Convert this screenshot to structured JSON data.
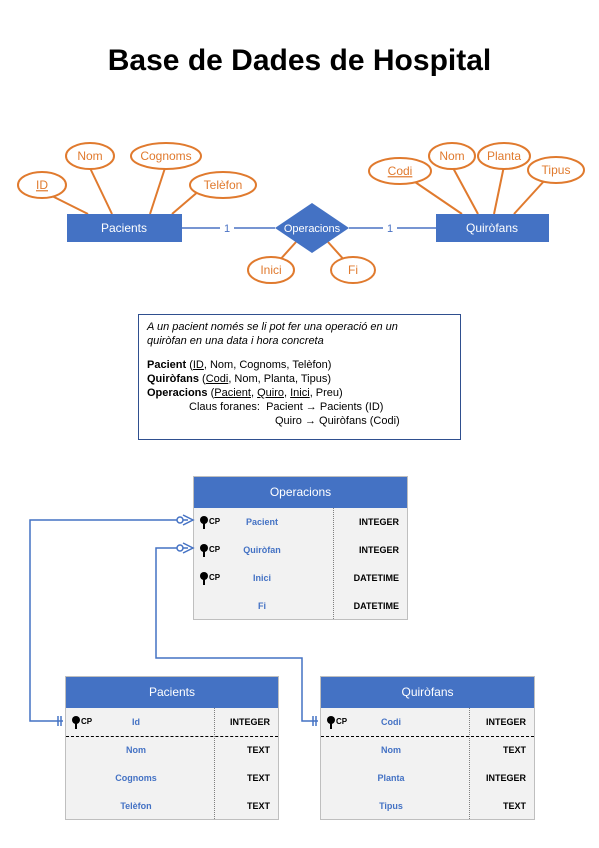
{
  "title": "Base de Dades de Hospital",
  "er": {
    "pacients": "Pacients",
    "quirofans": "Quiròfans",
    "operacions": "Operacions",
    "card_left": "1",
    "card_right": "1",
    "attrs_pacients": [
      "ID",
      "Nom",
      "Cognoms",
      "Telèfon"
    ],
    "attrs_quirofans": [
      "Codi",
      "Nom",
      "Planta",
      "Tipus"
    ],
    "attrs_operacions": [
      "Inici",
      "Fi"
    ]
  },
  "note": {
    "line1": "A un pacient només se li pot fer una operació en un",
    "line2": "quiròfan en una data i hora concreta",
    "pacient_bold": "Pacient",
    "pacient_open": " (",
    "pacient_key": "ID",
    "pacient_rest": ", Nom, Cognoms, Telèfon)",
    "quiro_bold": "Quiròfans",
    "quiro_open": " (",
    "quiro_key": "Codi",
    "quiro_rest": ", Nom, Planta, Tipus)",
    "oper_bold": "Operacions",
    "oper_open": " (",
    "oper_k1": "Pacient",
    "oper_sep1": ", ",
    "oper_k2": "Quiro",
    "oper_sep2": ", ",
    "oper_k3": "Inici",
    "oper_rest": ", Preu)",
    "fk_label": "Claus foranes:",
    "fk1": "Pacient → Pacients (ID)",
    "fk2": "Quiro → Quiròfans (Codi)"
  },
  "tables": {
    "operacions": {
      "title": "Operacions",
      "rows": [
        {
          "cp": "CP",
          "name": "Pacient",
          "type": "INTEGER"
        },
        {
          "cp": "CP",
          "name": "Quiròfan",
          "type": "INTEGER"
        },
        {
          "cp": "CP",
          "name": "Inici",
          "type": "DATETIME"
        },
        {
          "cp": "",
          "name": "Fi",
          "type": "DATETIME"
        }
      ]
    },
    "pacients": {
      "title": "Pacients",
      "rows": [
        {
          "cp": "CP",
          "name": "Id",
          "type": "INTEGER"
        },
        {
          "cp": "",
          "name": "Nom",
          "type": "TEXT"
        },
        {
          "cp": "",
          "name": "Cognoms",
          "type": "TEXT"
        },
        {
          "cp": "",
          "name": "Telèfon",
          "type": "TEXT"
        }
      ]
    },
    "quirofans": {
      "title": "Quiròfans",
      "rows": [
        {
          "cp": "CP",
          "name": "Codi",
          "type": "INTEGER"
        },
        {
          "cp": "",
          "name": "Nom",
          "type": "TEXT"
        },
        {
          "cp": "",
          "name": "Planta",
          "type": "INTEGER"
        },
        {
          "cp": "",
          "name": "Tipus",
          "type": "TEXT"
        }
      ]
    }
  }
}
